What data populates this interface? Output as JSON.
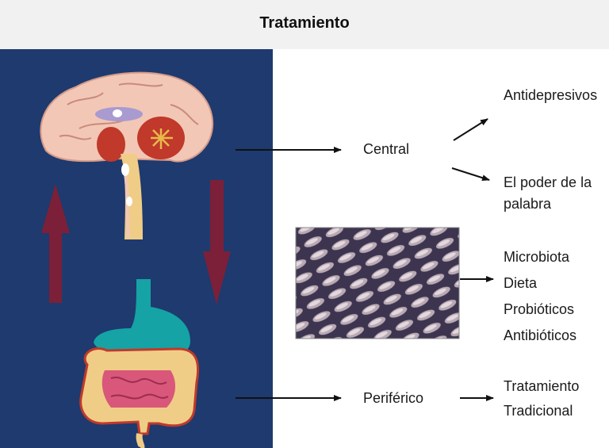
{
  "title": "Tratamiento",
  "labels": {
    "central": "Central",
    "periferico": "Periférico",
    "antidepresivos": "Antidepresivos",
    "palabra_line1": "El poder de la",
    "palabra_line2": "palabra",
    "microbiota": "Microbiota",
    "dieta": "Dieta",
    "probioticos": "Probióticos",
    "antibioticos": "Antibióticos",
    "tradicional_line1": "Tratamiento",
    "tradicional_line2": "Tradicional"
  },
  "colors": {
    "panel": "#1e3a6e",
    "arrow_maroon": "#7b2038",
    "brain": "#f2c7b5",
    "stomach": "#15a3a5",
    "intestine": "#d9577a"
  }
}
